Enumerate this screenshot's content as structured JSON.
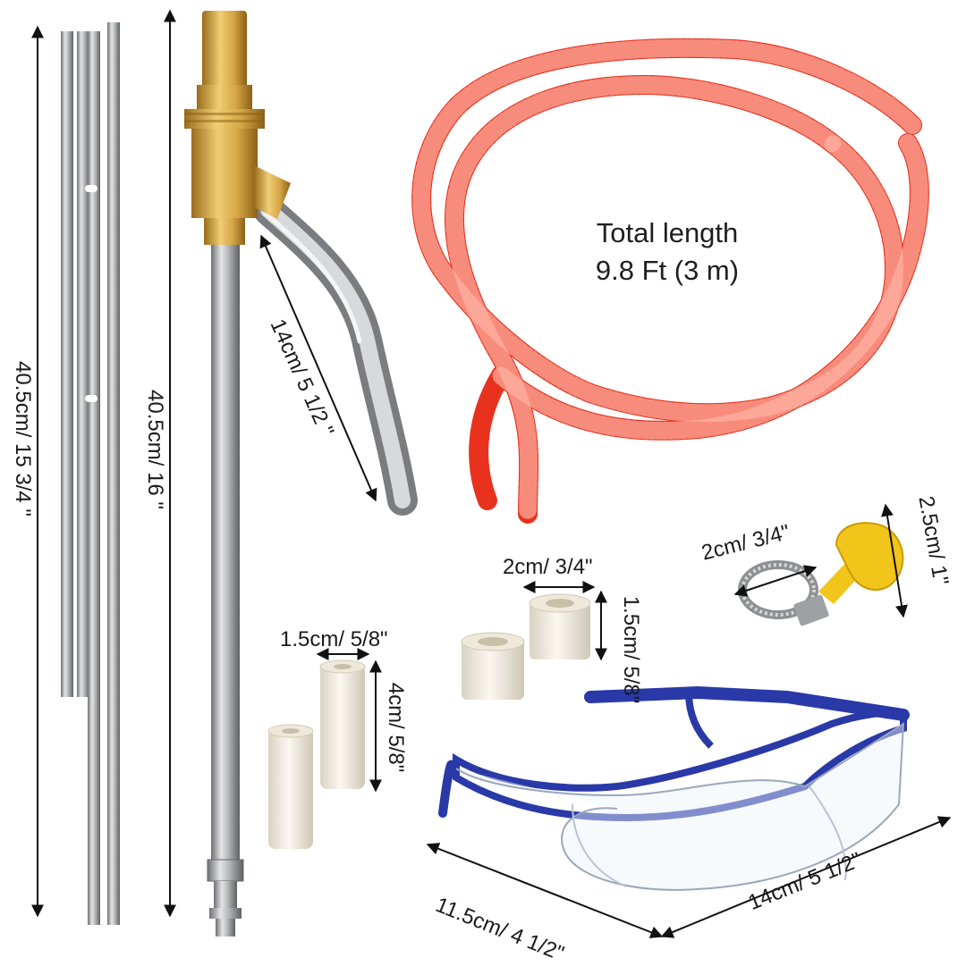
{
  "hose": {
    "line1": "Total length",
    "line2": "9.8 Ft (3 m)"
  },
  "measurements": {
    "rod_left": "40.5cm/ 15 3/4 \"",
    "rod_middle": "40.5cm/ 16 \"",
    "bent_tube": "14cm/ 5 1/2 \"",
    "clamp_diameter": "2cm/ 3/4\"",
    "clamp_height": "2.5cm/ 1\"",
    "short_nozzle_width": "2cm/ 3/4\"",
    "short_nozzle_height": "1.5cm/ 5/8\"",
    "long_nozzle_width": "1.5cm/ 5/8\"",
    "long_nozzle_height": "4cm/ 5/8\"",
    "glasses_depth": "11.5cm/ 4 1/2\"",
    "glasses_width": "14cm/ 5 1/2\""
  },
  "colors": {
    "hose": "#e8321e",
    "brass": "#d4a646",
    "steel": "#a9abae",
    "glasses_frame": "#2a39a8",
    "clamp_key": "#f2c51b",
    "ceramic": "#f3efe6"
  }
}
